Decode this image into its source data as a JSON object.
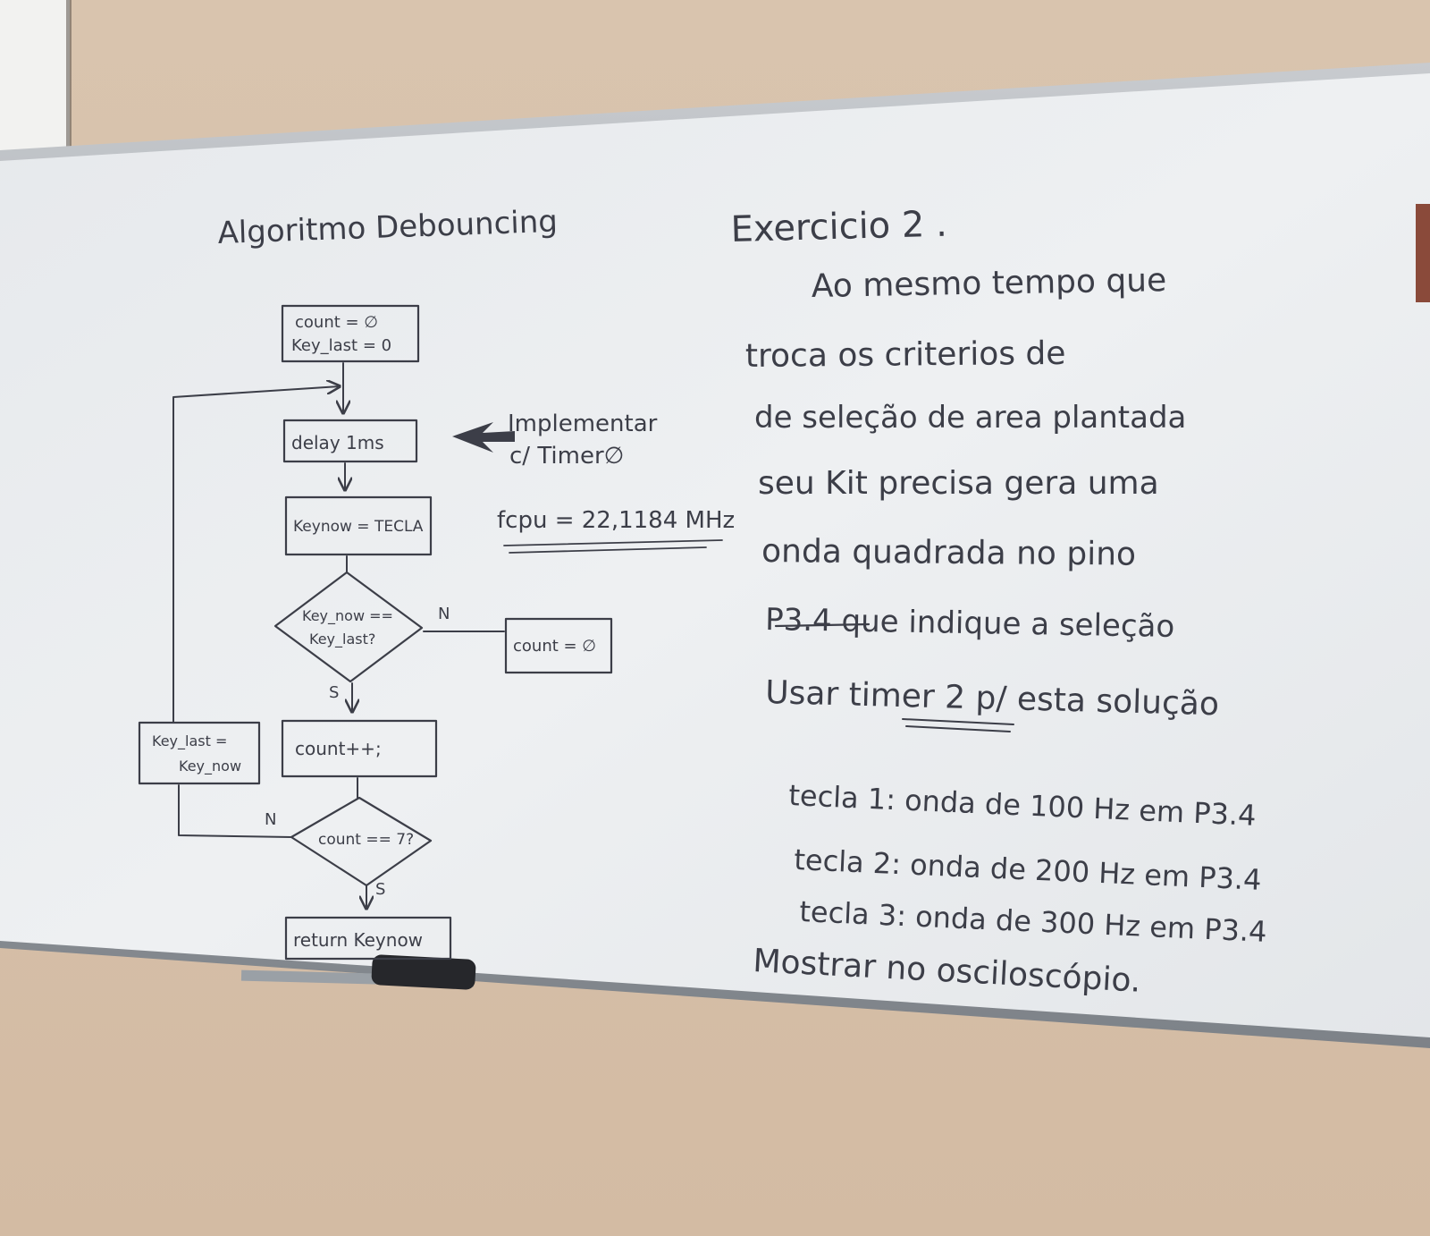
{
  "board": {
    "left_title": "Algoritmo Debouncing",
    "flowchart": {
      "init_line1": "count = ∅",
      "init_line2": "Key_last = 0",
      "delay": "delay 1ms",
      "keynow": "Keynow = TECLA",
      "decision1_line1": "Key_now ==",
      "decision1_line2": "Key_last?",
      "decision1_no": "N",
      "decision1_yes": "S",
      "reset_count": "count = ∅",
      "count_inc": "count++;",
      "update_line1": "Key_last =",
      "update_line2": "Key_now",
      "decision2": "count == 7?",
      "decision2_no": "N",
      "decision2_yes": "S",
      "return": "return Keynow"
    },
    "note_line1": "Implementar",
    "note_line2": "c/ Timer∅",
    "fcpu": "fcpu = 22,1184 MHz",
    "right_title": "Exercicio 2 .",
    "para_lines": [
      "Ao mesmo tempo que",
      "troca os criterios de",
      "de seleção de area plantada",
      "seu Kit precisa gera uma",
      "onda quadrada no pino",
      "P3.4   que indique a seleção",
      "Usar timer 2  p/ esta solução"
    ],
    "keys": [
      "tecla 1: onda de 100 Hz em P3.4",
      "tecla 2: onda de 200 Hz em P3.4",
      "tecla 3: onda de 300 Hz em P3.4"
    ],
    "final_line": "Mostrar no osciloscópio."
  }
}
